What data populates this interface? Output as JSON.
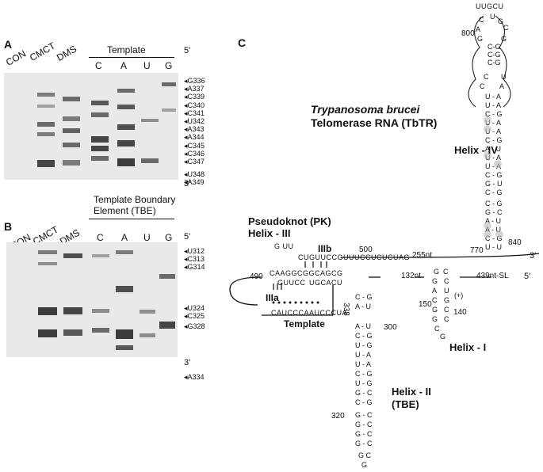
{
  "panel_a": {
    "letter": "A",
    "lanes": [
      "CON",
      "CMCT",
      "DMS"
    ],
    "template_header": "Template",
    "seq_lanes": [
      "C",
      "A",
      "U",
      "G"
    ],
    "end_top": "5'",
    "end_bottom": "3'",
    "positions": [
      "G336",
      "A337",
      "C339",
      "C340",
      "C341",
      "U342",
      "A343",
      "A344",
      "C345",
      "C346",
      "C347",
      "U348",
      "A349"
    ]
  },
  "panel_b": {
    "letter": "B",
    "lanes": [
      "CON",
      "CMCT",
      "DMS"
    ],
    "header_line1": "Template Boundary",
    "header_line2": "Element (TBE)",
    "seq_lanes": [
      "C",
      "A",
      "U",
      "G"
    ],
    "end_top": "5'",
    "end_bottom": "3'",
    "positions": [
      "U312",
      "C313",
      "G314",
      "U324",
      "C325",
      "G328",
      "A334"
    ]
  },
  "panel_c": {
    "letter": "C",
    "title_line1": "Trypanosoma brucei",
    "title_line2": "Telomerase RNA (TbTR)",
    "helix_iv": "Helix - IV",
    "helix_i": "Helix - I",
    "helix_ii_line1": "Helix - II",
    "helix_ii_line2": "(TBE)",
    "pk_line1": "Pseudoknot (PK)",
    "pk_line2": "Helix - III",
    "iiib": "IIIb",
    "iiia": "IIIa",
    "template": "Template",
    "nt_255": "255nt",
    "nt_132": "132nt",
    "nt_439": "439nt-SL",
    "five_prime": "5'",
    "three_prime": "3'",
    "num_800": "800",
    "num_840": "840",
    "num_770": "770",
    "num_500": "500",
    "num_490": "490",
    "num_338": "338",
    "num_300": "300",
    "num_320": "320",
    "num_150": "150",
    "num_140": "140",
    "plus": "(+)",
    "seq_top_strand": "CUGUUCCGUUUCCUCUCUAG",
    "seq_pk_upper": "CAAGGCGGCAGCG",
    "seq_pk_mid": "GUUCC",
    "seq_pk_mid2": "UGCACU",
    "seq_template": "CAUCCCAAUCCCUA",
    "seq_gu": "G UU",
    "seq_loop": "UUGCU"
  }
}
